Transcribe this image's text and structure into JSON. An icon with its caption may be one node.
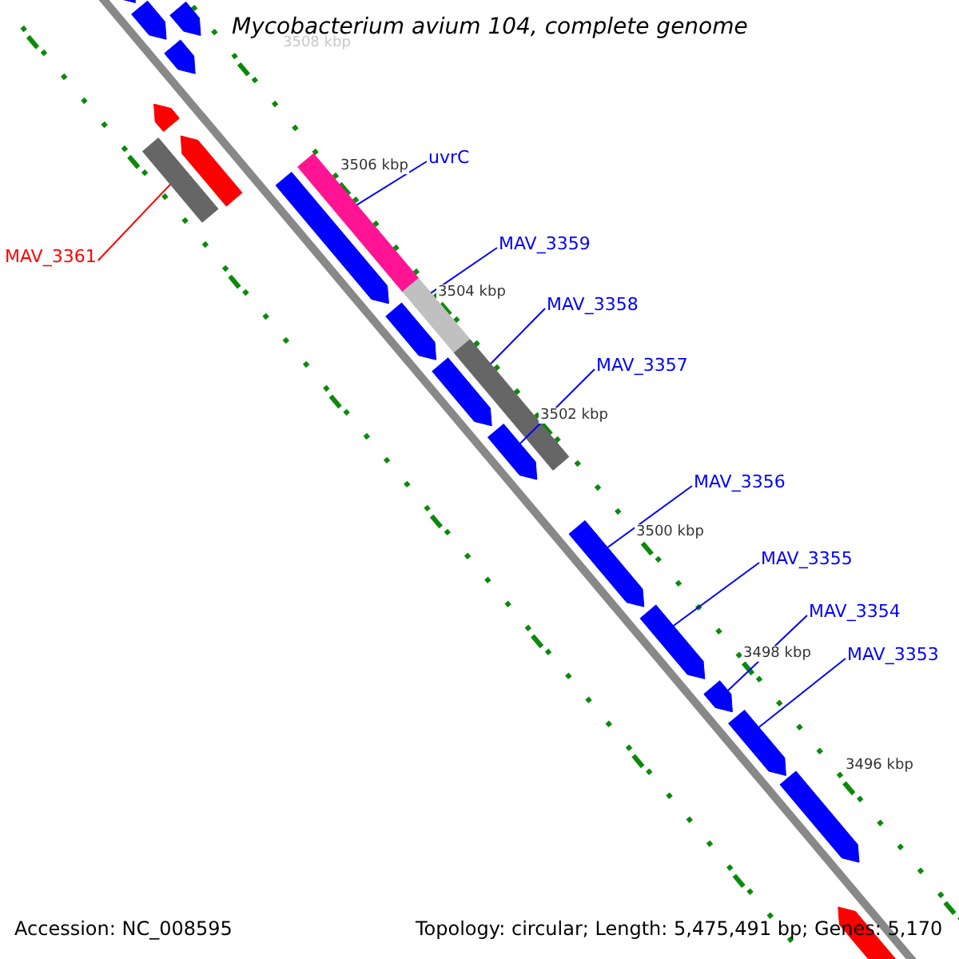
{
  "diagram": {
    "title": "Mycobacterium avium 104, complete genome",
    "nodes": [
      {
        "text": [
          "uvrC"
        ]
      },
      {
        "text": [],
        "shape": "bar"
      },
      {
        "text": [
          "MAV_3359"
        ]
      },
      {
        "text": [],
        "shape": "bar"
      },
      {
        "text": [
          "MAV_3358"
        ]
      },
      {
        "text": [],
        "shape": "bar"
      },
      {
        "text": [
          "MAV_3357"
        ]
      },
      {
        "text": [],
        "shape": "bar"
      },
      {
        "text": [
          "MAV_3356"
        ]
      },
      {
        "text": [],
        "shape": "bar"
      },
      {
        "text": [
          "MAV_3355"
        ]
      },
      {
        "text": [],
        "shape": "bar"
      },
      {
        "text": [
          "MAV_3354"
        ]
      },
      {
        "text": [],
        "shape": "bar"
      },
      {
        "text": [
          "MAV_3353"
        ]
      },
      {
        "text": [],
        "shape": "bar"
      },
      {
        "text": [
          "MAV_3361"
        ]
      },
      {
        "text": [],
        "shape": "bar"
      },
      {
        "text": [],
        "shape": "bar"
      },
      {
        "text": [],
        "shape": "bar"
      },
      {
        "text": [],
        "shape": "bar"
      },
      {
        "text": [],
        "shape": "bar"
      },
      {
        "text": [],
        "shape": "bar"
      },
      {
        "text": [],
        "shape": "bar"
      },
      {
        "text": [],
        "shape": "bar"
      },
      {
        "text": [],
        "shape": "bar"
      },
      {
        "text": [],
        "shape": "bar"
      },
      {
        "text": [],
        "shape": "bar"
      },
      {
        "text": [],
        "shape": "bar"
      }
    ],
    "edges": [
      {
        "from": 0,
        "to": 1,
        "arrow": "none"
      },
      {
        "from": 2,
        "to": 3,
        "arrow": "none"
      },
      {
        "from": 4,
        "to": 5,
        "arrow": "none"
      },
      {
        "from": 6,
        "to": 7,
        "arrow": "none"
      },
      {
        "from": 8,
        "to": 9,
        "arrow": "none"
      },
      {
        "from": 10,
        "to": 11,
        "arrow": "none"
      },
      {
        "from": 12,
        "to": 13,
        "arrow": "none"
      },
      {
        "from": 14,
        "to": 15,
        "arrow": "none"
      },
      {
        "from": 16,
        "to": 17,
        "arrow": "none",
        "color": "#ff0000"
      }
    ],
    "labels": [
      "3508 kbp",
      "3506 kbp",
      "3504 kbp",
      "3502 kbp",
      "3500 kbp",
      "3498 kbp",
      "3496 kbp",
      "Accession: NC_008595",
      "Topology: circular; Length: 5,475,491 bp; Genes: 5,170"
    ]
  }
}
